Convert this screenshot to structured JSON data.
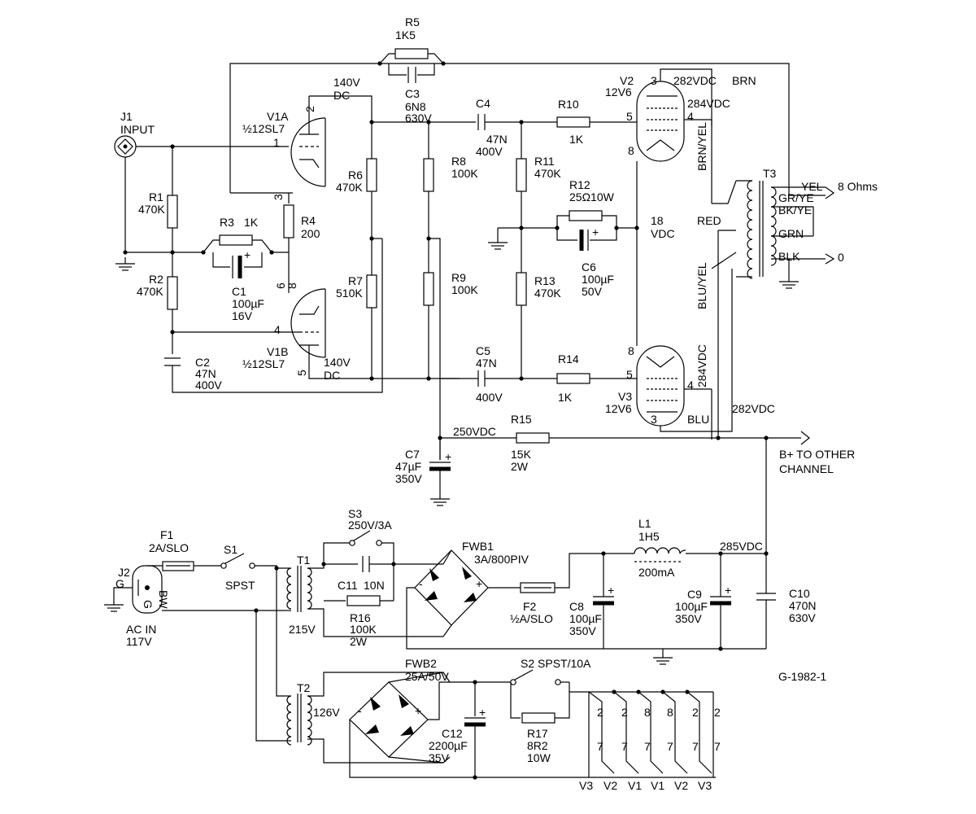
{
  "labels": {
    "r5_name": "R5",
    "r5_val": "1K5",
    "c3_name": "C3",
    "c3_val1": "6N8",
    "c3_val2": "630V",
    "v1a_140": "140V",
    "v1a_dc": "DC",
    "v1a_name": "V1A",
    "v1a_type": "½12SL7",
    "j1_name": "J1",
    "j1_label": "INPUT",
    "c4_name": "C4",
    "c4_val1": "47N",
    "c4_val2": "400V",
    "r10_name": "R10",
    "r10_val": "1K",
    "v2_name": "V2",
    "v2_type": "12V6",
    "v2_282": "282VDC",
    "v2_brn": "BRN",
    "v2_284": "284VDC",
    "brn_yel": "BRN/YEL",
    "r1_name": "R1",
    "r1_val": "470K",
    "r6_name": "R6",
    "r6_val": "470K",
    "r8_name": "R8",
    "r8_val": "100K",
    "r11_name": "R11",
    "r11_val": "470K",
    "r12_name": "R12",
    "r12_val": "25Ω10W",
    "t3_name": "T3",
    "yel": "YEL",
    "ohms": "8 Ohms",
    "gr_ye": "GR/YE",
    "bk_ye": "BK/YE",
    "grn": "GRN",
    "blk": "BLK",
    "zero": "0",
    "r3_name": "R3",
    "r3_val": "1K",
    "r4_name": "R4",
    "r4_val": "200",
    "red": "RED",
    "vdc18_a": "18",
    "vdc18_b": "VDC",
    "r2_name": "R2",
    "r2_val": "470K",
    "c1_name": "C1",
    "c1_val1": "100µF",
    "c1_val2": "16V",
    "r7_name": "R7",
    "r7_val": "510K",
    "r9_name": "R9",
    "r9_val": "100K",
    "r13_name": "R13",
    "r13_val": "470K",
    "c6_name": "C6",
    "c6_val1": "100µF",
    "c6_val2": "50V",
    "blu_yel": "BLU/YEL",
    "v1b_name": "V1B",
    "v1b_type": "½12SL7",
    "v1b_140": "140V",
    "v1b_dc": "DC",
    "c2_name": "C2",
    "c2_val1": "47N",
    "c2_val2": "400V",
    "c5_name": "C5",
    "c5_val1": "47N",
    "c5_val2": "400V",
    "r14_name": "R14",
    "r14_val": "1K",
    "v3_name": "V3",
    "v3_type": "12V6",
    "v3_284": "284VDC",
    "blu": "BLU",
    "v3_282": "282VDC",
    "vdc250": "250VDC",
    "r15_name": "R15",
    "r15_val1": "15K",
    "r15_val2": "2W",
    "bplus": "B+ TO OTHER",
    "channel": "CHANNEL",
    "c7_name": "C7",
    "c7_val1": "47µF",
    "c7_val2": "350V",
    "s3_name": "S3",
    "s3_val": "250V/3A",
    "fwb1_name": "FWB1",
    "fwb1_val": "3A/800PIV",
    "l1_name": "L1",
    "l1_val": "1H5",
    "l1_curr": "200mA",
    "f1_name": "F1",
    "f1_val": "2A/SLO",
    "s1_name": "S1",
    "s1_type": "SPST",
    "j2_name": "J2",
    "g": "G",
    "t1_name": "T1",
    "c11": "C11",
    "c11_val": "10N",
    "vdc285": "285VDC",
    "f2_name": "F2",
    "f2_val": "½A/SLO",
    "c8_name": "C8",
    "c8_val1": "100µF",
    "c8_val2": "350V",
    "c9_name": "C9",
    "c9_val1": "100µF",
    "c9_val2": "350V",
    "c10_name": "C10",
    "c10_val1": "470N",
    "c10_val2": "630V",
    "r16_name": "R16",
    "r16_val1": "100K",
    "r16_val2": "2W",
    "v215": "215V",
    "ac_in": "AC IN",
    "v117": "117V",
    "fwb2_name": "FWB2",
    "fwb2_val": "25A/50V",
    "s2_label": "S2 SPST/10A",
    "g1982": "G-1982-1",
    "t2_name": "T2",
    "v126": "126V",
    "c12_name": "C12",
    "c12_val1": "2200µF",
    "c12_val2": "35V",
    "r17_name": "R17",
    "r17_val1": "8R2",
    "r17_val2": "10W",
    "plug_bw": "BW",
    "plug_g": "G",
    "pin2": "2",
    "pin7": "7",
    "pin8": "8",
    "pin3": "3",
    "pin4": "4",
    "pin5": "5",
    "pin1": "1",
    "pin6": "6",
    "v3_lbl": "V3",
    "v2_lbl": "V2",
    "v1_lbl": "V1",
    "plus": "+",
    "minus": "-"
  },
  "icons": {
    "resistor": "resistor-icon",
    "capacitor": "capacitor-icon",
    "electrolytic": "electrolytic-capacitor-icon",
    "ground": "ground-icon",
    "triode": "triode-icon",
    "pentode": "pentode-icon",
    "transformer": "transformer-icon",
    "bridge": "bridge-rectifier-icon",
    "fuse": "fuse-icon",
    "switch": "switch-icon",
    "inductor": "inductor-icon",
    "jack": "input-jack-icon",
    "plug": "ac-plug-icon",
    "arrow": "arrow-icon"
  }
}
